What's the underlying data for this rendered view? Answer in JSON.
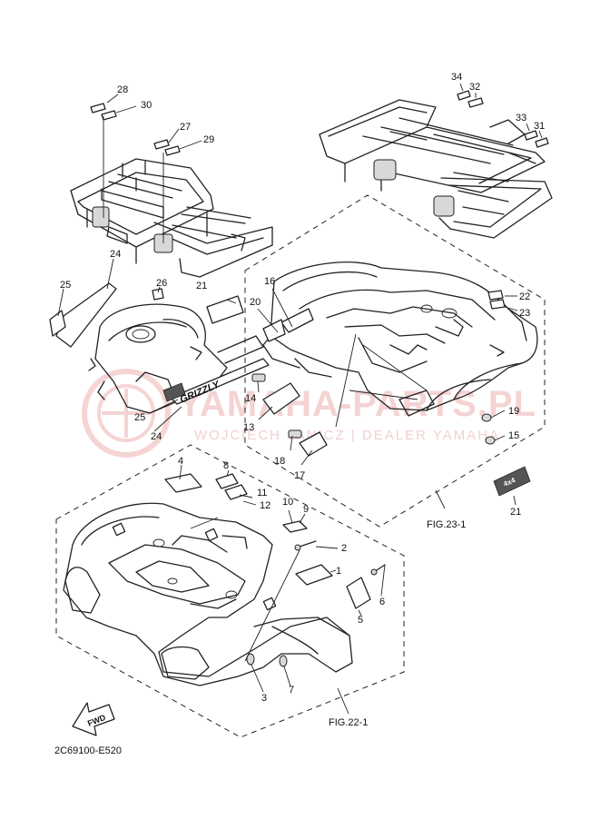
{
  "callouts": {
    "c1": "1",
    "c2": "2",
    "c3": "3",
    "c4": "4",
    "c5": "5",
    "c6": "6",
    "c7": "7",
    "c8": "8",
    "c9": "9",
    "c10": "10",
    "c11": "11",
    "c12": "12",
    "c13": "13",
    "c14": "14",
    "c15": "15",
    "c16": "16",
    "c17": "17",
    "c18": "18",
    "c19": "19",
    "c20": "20",
    "c21a": "21",
    "c21b": "21",
    "c22": "22",
    "c23": "23",
    "c24a": "24",
    "c24b": "24",
    "c25a": "25",
    "c25b": "25",
    "c26": "26",
    "c27": "27",
    "c28": "28",
    "c29": "29",
    "c30": "30",
    "c31": "31",
    "c32": "32",
    "c33": "33",
    "c34": "34"
  },
  "figure_refs": {
    "fig23": "FIG.23-1",
    "fig22": "FIG.22-1"
  },
  "tank_decal_text": "GRIZZLY",
  "badge_text": "4x4",
  "fwd_label": "FWD",
  "diagram_code": "2C69100-E520",
  "watermark": {
    "main": "YAMAHA-PARTS.PL",
    "sub": "WOJCIECH JANICZ | DEALER YAMAHA"
  },
  "colors": {
    "line": "#222222",
    "watermark": "#e8a0a0"
  }
}
